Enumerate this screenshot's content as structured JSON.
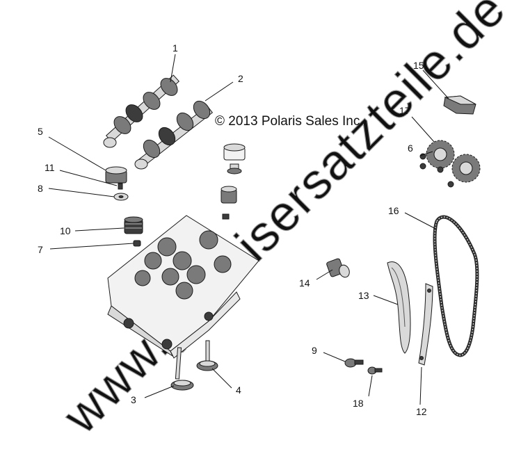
{
  "copyright": "© 2013 Polaris Sales Inc.",
  "watermark": "www.polarisersatzteile.de",
  "callouts": [
    "1",
    "2",
    "3",
    "4",
    "5",
    "6",
    "7",
    "8",
    "9",
    "10",
    "11",
    "12",
    "13",
    "14",
    "15",
    "16",
    "17",
    "18"
  ]
}
